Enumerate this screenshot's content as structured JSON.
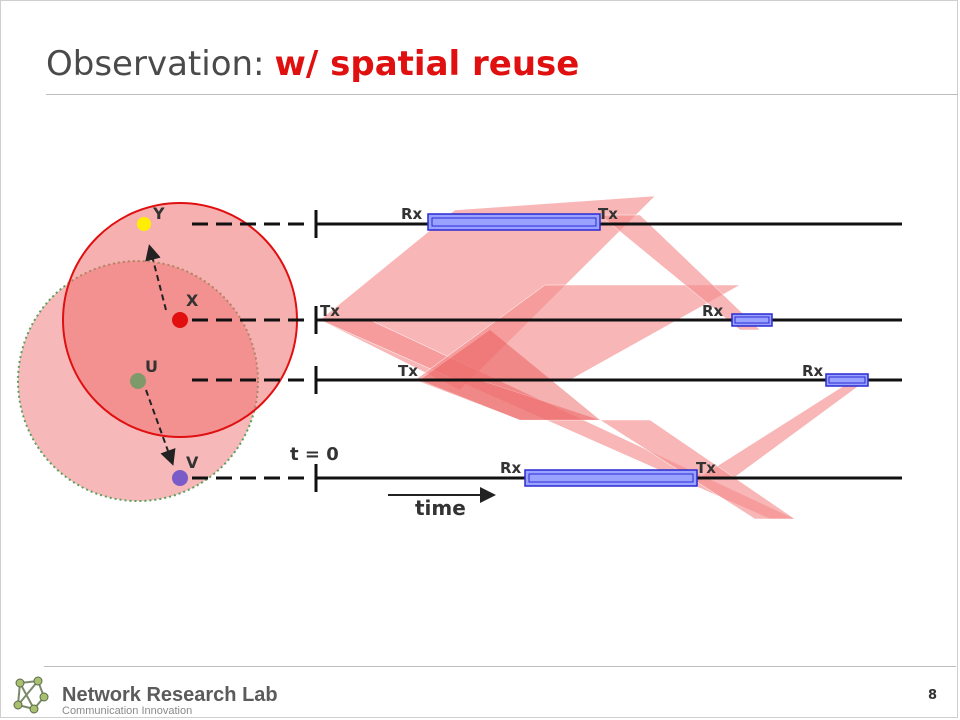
{
  "title": {
    "prefix": "Observation:",
    "accent": "w/ spatial reuse"
  },
  "nodes": {
    "y": "Y",
    "x": "X",
    "u": "U",
    "v": "V"
  },
  "timeline_labels": {
    "row1_rx": "Rx",
    "row1_tx": "Tx",
    "row2_tx": "Tx",
    "row2_rx": "Rx",
    "row3_tx": "Tx",
    "row3_rx": "Rx",
    "row4_rx": "Rx",
    "row4_tx": "Tx"
  },
  "t0_label": "t = 0",
  "time_label": "time",
  "footer": {
    "lab_name": "Network Research Lab",
    "lab_sub": "Communication Innovation",
    "page_number": "8"
  },
  "colors": {
    "title_accent": "#e01010",
    "coverage_red": "#f07f7f",
    "coverage_green_border": "#5aa05a",
    "node_y": "#ffee00",
    "node_x": "#e01010",
    "node_u": "#7f9a6a",
    "node_v": "#7a5cc9",
    "rx_box": "#9aa2ff",
    "beam": "#f7a0a0"
  }
}
